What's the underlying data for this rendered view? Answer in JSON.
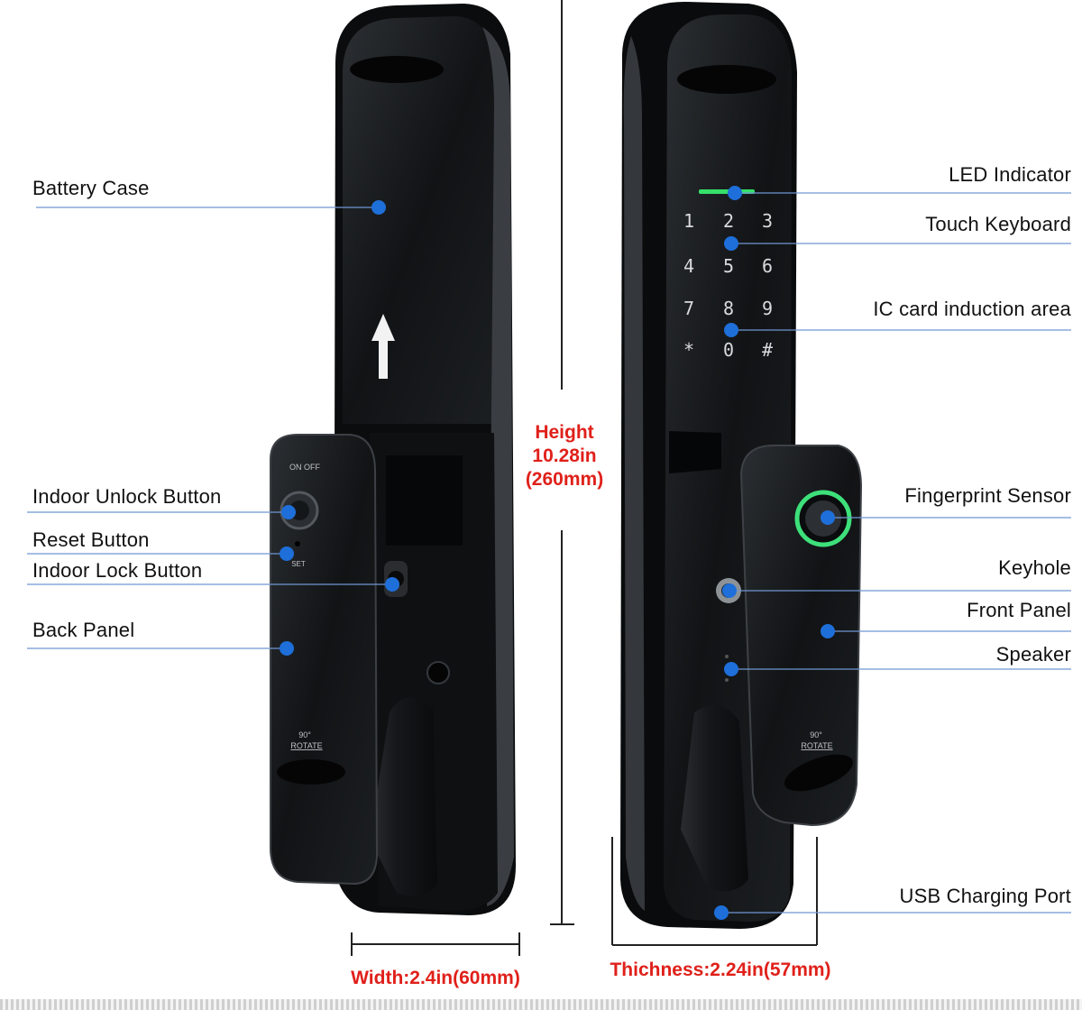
{
  "labels": {
    "battery_case": "Battery Case",
    "indoor_unlock_button": "Indoor Unlock Button",
    "reset_button": "Reset Button",
    "indoor_lock_button": "Indoor Lock Button",
    "back_panel": "Back Panel",
    "led_indicator": "LED Indicator",
    "touch_keyboard": "Touch Keyboard",
    "ic_card_area": "IC card induction area",
    "fingerprint_sensor": "Fingerprint Sensor",
    "keyhole": "Keyhole",
    "front_panel": "Front Panel",
    "speaker": "Speaker",
    "usb_port": "USB Charging Port"
  },
  "dimensions": {
    "height_line1": "Height",
    "height_line2": "10.28in",
    "height_line3": "(260mm)",
    "width": "Width:2.4in(60mm)",
    "thickness": "Thichness:2.24in(57mm)"
  },
  "keypad": [
    "1",
    "2",
    "3",
    "4",
    "5",
    "6",
    "7",
    "8",
    "9",
    "*",
    "0",
    "#"
  ],
  "device_text": {
    "on_off": "ON OFF",
    "set": "SET",
    "rotate_back": "ROTATE",
    "rotate_front": "ROTATE",
    "angle": "90°"
  },
  "colors": {
    "marker": "#1e6fd9",
    "leader": "#6f96d2",
    "dimension_text": "#e0201a",
    "device_body": "#141618",
    "led": "#35e06a"
  }
}
